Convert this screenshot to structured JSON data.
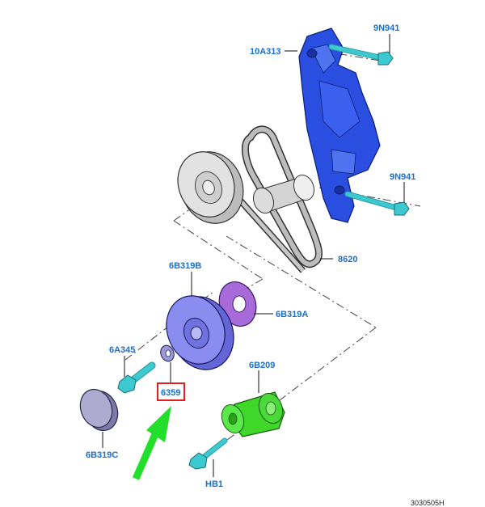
{
  "labels": {
    "p10A313": "10A313",
    "p9N941_top": "9N941",
    "p9N941_mid": "9N941",
    "p8620": "8620",
    "p6B319B": "6B319B",
    "p6B319A": "6B319A",
    "p6A345": "6A345",
    "p6359": "6359",
    "p6B209": "6B209",
    "p6B319C": "6B319C",
    "pHB1": "HB1"
  },
  "figure_id": "3030505H",
  "colors": {
    "label": "#1a6fd0",
    "bracket": "#2a4fe0",
    "pulley_gray": "#d6d6d6",
    "damper": "#8a8cf0",
    "plate": "#a86ad8",
    "bolt": "#3ccad0",
    "tensioner": "#3fd82a",
    "cap": "#9a98c8",
    "highlight_box": "#e02020",
    "arrow": "#22e02a"
  }
}
